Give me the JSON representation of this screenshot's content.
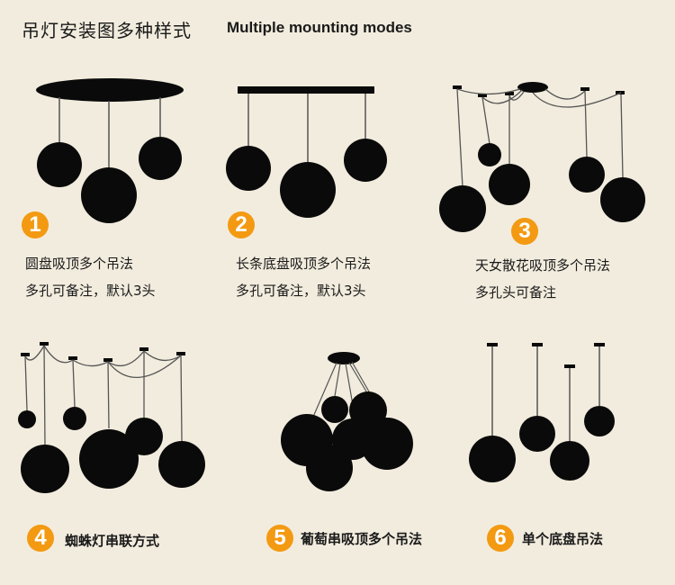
{
  "title": {
    "cn": "吊灯安装图多种样式",
    "en": "Multiple mounting modes"
  },
  "colors": {
    "badge": "#f39a12",
    "background": "#f2ecde",
    "globe": "#0a0a0a",
    "wire": "#555555"
  },
  "panels": [
    {
      "number": "1",
      "line1": "圆盘吸顶多个吊法",
      "line2": "多孔可备注，默认3头"
    },
    {
      "number": "2",
      "line1": "长条底盘吸顶多个吊法",
      "line2": "多孔可备注，默认3头"
    },
    {
      "number": "3",
      "line1": "天女散花吸顶多个吊法",
      "line2": "多孔头可备注"
    },
    {
      "number": "4",
      "line1": "蜘蛛灯串联方式",
      "line2": ""
    },
    {
      "number": "5",
      "line1": "葡萄串吸顶多个吊法",
      "line2": ""
    },
    {
      "number": "6",
      "line1": "单个底盘吊法",
      "line2": ""
    }
  ]
}
